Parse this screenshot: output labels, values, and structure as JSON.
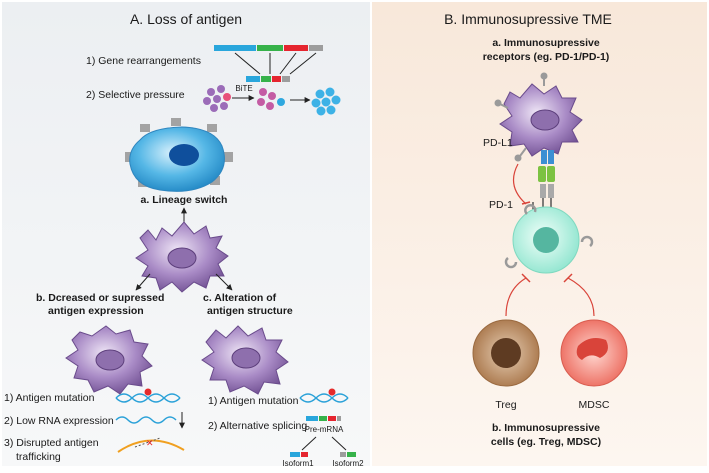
{
  "panel_a": {
    "title": "A. Loss of antigen",
    "gene_rearrangements": "1) Gene rearrangements",
    "selective_pressure": "2) Selective pressure",
    "bite": "BiTE",
    "lineage_switch": "a. Lineage switch",
    "decreased_line1": "b. Dcreased or supressed",
    "decreased_line2": "antigen expression",
    "alteration_line1": "c. Alteration of",
    "alteration_line2": "antigen structure",
    "b_items": [
      "1) Antigen mutation",
      "2) Low RNA expression",
      "3) Disrupted antigen",
      "trafficking"
    ],
    "c_items": [
      "1) Antigen mutation",
      "2) Alternative splicing"
    ],
    "pre_mrna": "Pre-mRNA",
    "isoform1": "Isoform1",
    "isoform2": "Isoform2"
  },
  "panel_b": {
    "title": "B. Immunosupressive TME",
    "receptors_line1": "a. Immunosupressive",
    "receptors_line2": "receptors (eg. PD-1/PD-1)",
    "pdl1": "PD-L1",
    "pd1": "PD-1",
    "treg": "Treg",
    "mdsc": "MDSC",
    "cells_line1": "b. Immunosupressive",
    "cells_line2": "cells (eg. Treg, MDSC)"
  },
  "colors": {
    "panel_a_bg": "#e9ecef",
    "panel_b_bg": "#faeee3",
    "tumor_purple": "#8a6aa8",
    "lineage_blue": "#2f9fd8",
    "tcell_cyan": "#a6ecd8",
    "treg_brown": "#b7865c",
    "mdsc_red": "#ef6f63",
    "inhibit_red": "#d9443a"
  }
}
